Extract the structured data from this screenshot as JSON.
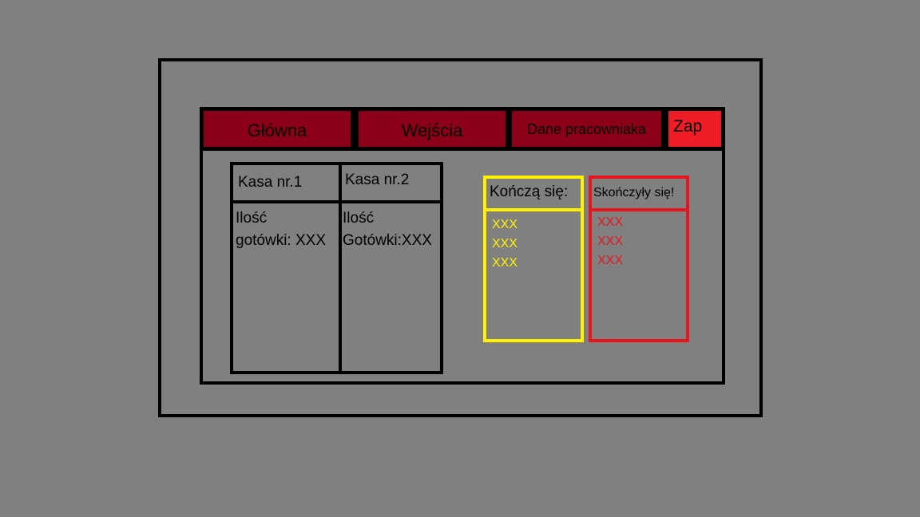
{
  "colors": {
    "background": "#808080",
    "nav_button": "#8b0017",
    "nav_zap": "#ee1c24",
    "ending_accent": "#fff200",
    "ended_accent": "#e8141c"
  },
  "nav": {
    "glowna_label": "Główna",
    "wejscia_label": "Wejścia",
    "dane_label": "Dane pracowniaka",
    "zap_label": "Zap"
  },
  "kasa": {
    "columns": [
      {
        "header": "Kasa nr.1",
        "cash_line1": "Ilość",
        "cash_line2": "gotówki: XXX"
      },
      {
        "header": "Kasa nr.2",
        "cash_line1": "Ilość",
        "cash_line2": "Gotówki:XXX"
      }
    ]
  },
  "ending_soon": {
    "title": "Kończą się:",
    "items": [
      "XXX",
      "XXX",
      "XXX"
    ]
  },
  "ended": {
    "title": "Skończyły się!",
    "items": [
      "XXX",
      "XXX",
      "XXX"
    ]
  }
}
